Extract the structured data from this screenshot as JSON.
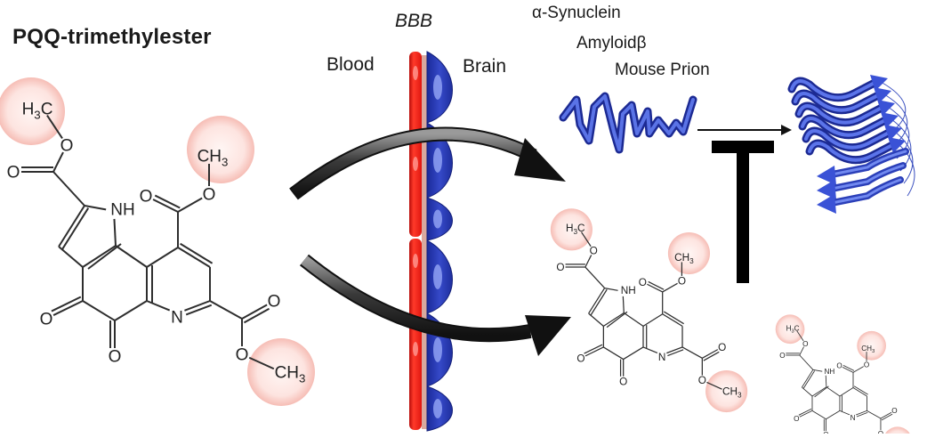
{
  "title": "PQQ-trimethylester",
  "barrier": {
    "label": "BBB",
    "left_side": "Blood",
    "right_side": "Brain"
  },
  "proteins": [
    "α-Synuclein",
    "Amyloidβ",
    "Mouse Prion"
  ],
  "molecule": {
    "name": "PQQ-trimethylester",
    "methyl_groups": [
      {
        "text": "H",
        "sub": "3",
        "tail": "C"
      },
      {
        "text": "CH",
        "sub": "3",
        "tail": ""
      },
      {
        "text": "CH",
        "sub": "3",
        "tail": ""
      }
    ],
    "atoms": {
      "nh": "NH",
      "n": "N",
      "o": "O"
    }
  },
  "flows": [
    {
      "from": "PQQ-trimethylester (blood)",
      "to": "monomer protein (brain)"
    },
    {
      "from": "PQQ-trimethylester (blood)",
      "to": "PQQ-trimethylester (brain)"
    }
  ],
  "process": {
    "from": "monomer",
    "to": "amyloid fibril",
    "inhibited_by": "PQQ-trimethylester"
  },
  "colors": {
    "highlight_circle": "#f9c9c3",
    "endothelium": "#e8201a",
    "astrocyte": "#2b3fb0",
    "protein": "#3c55d4",
    "arrow": "#222222",
    "bond": "#2e2e2e"
  }
}
